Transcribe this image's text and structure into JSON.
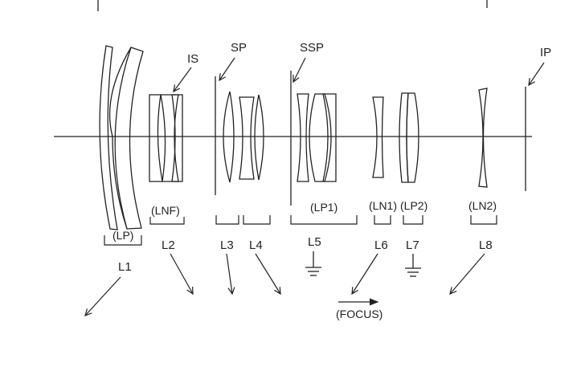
{
  "labels": {
    "is": "IS",
    "sp": "SP",
    "ssp": "SSP",
    "ip": "IP",
    "lp": "(LP)",
    "lnf": "(LNF)",
    "lp1": "(LP1)",
    "ln1": "(LN1)",
    "lp2": "(LP2)",
    "ln2": "(LN2)",
    "focus": "(FOCUS)"
  },
  "groups": {
    "l1": "L1",
    "l2": "L2",
    "l3": "L3",
    "l4": "L4",
    "l5": "L5",
    "l6": "L6",
    "l7": "L7",
    "l8": "L8"
  }
}
